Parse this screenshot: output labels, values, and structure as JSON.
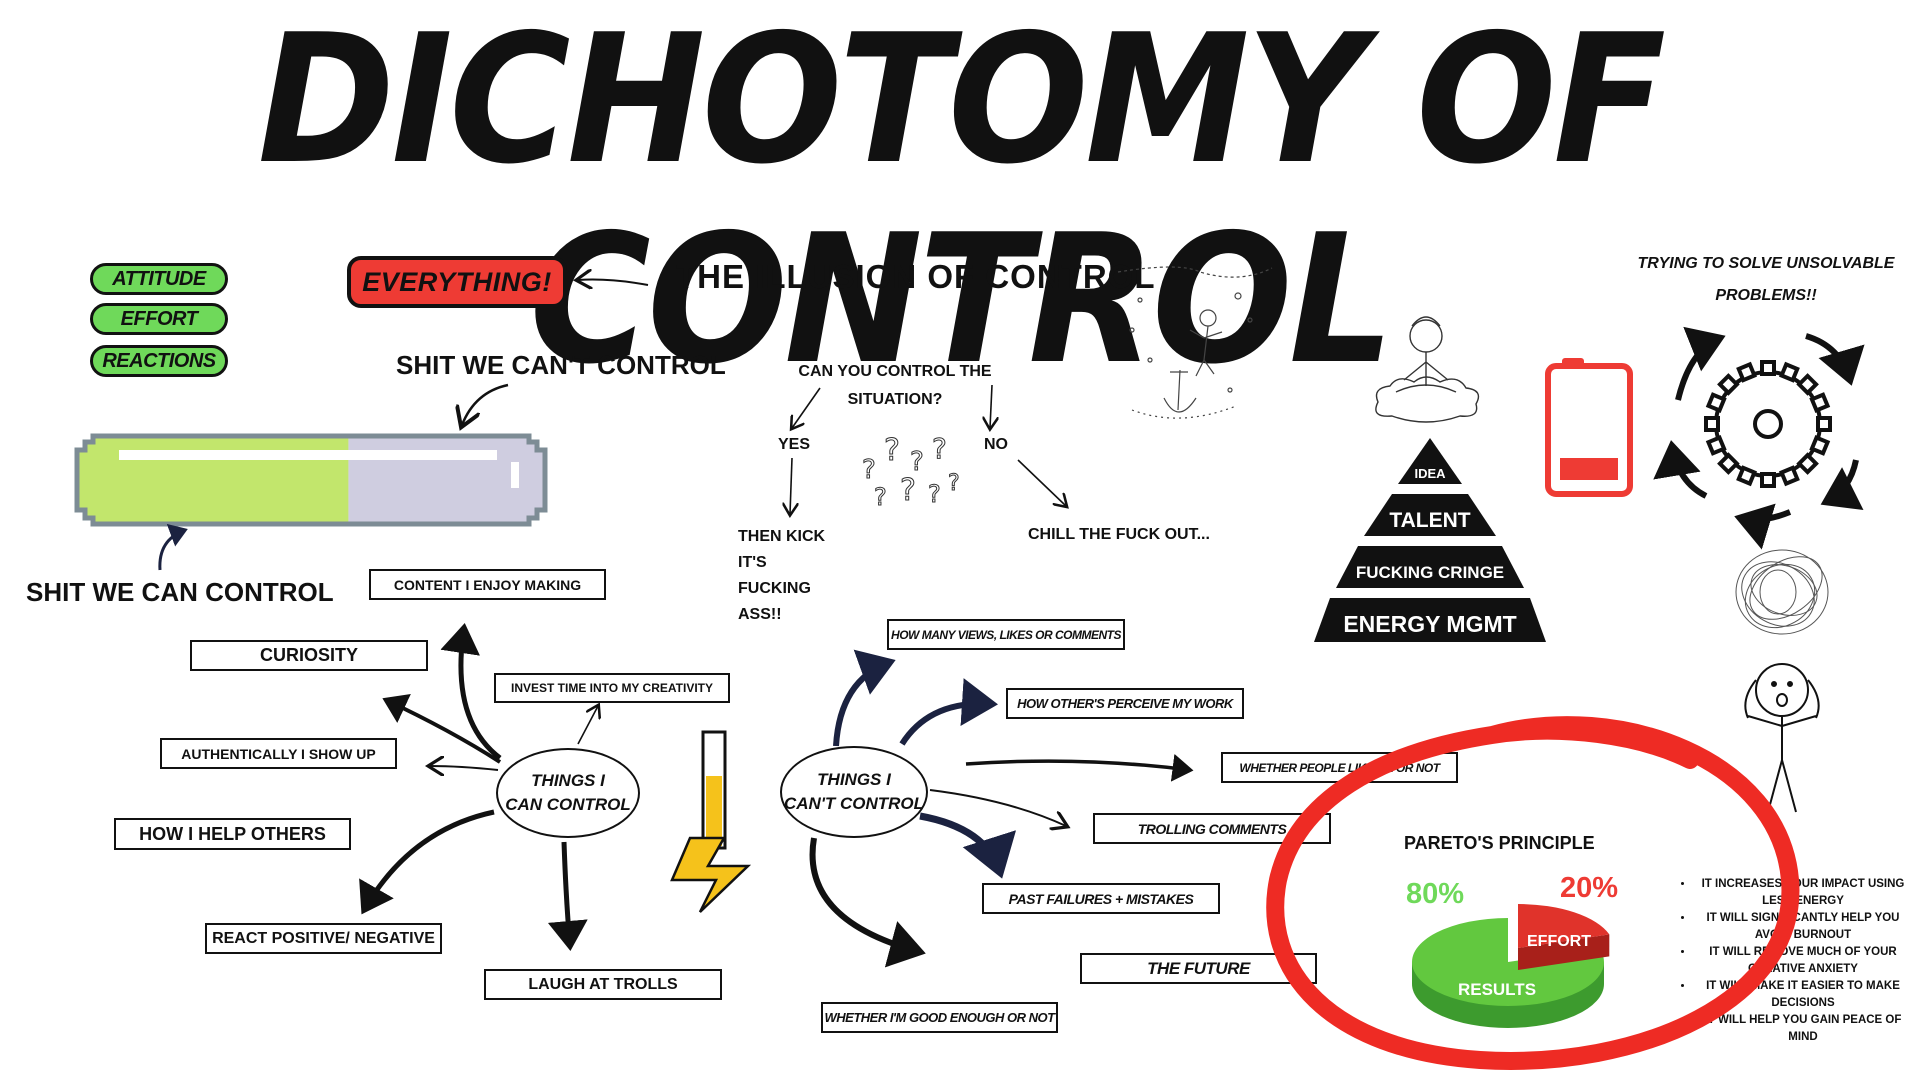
{
  "title": "DICHOTOMY OF CONTROL",
  "pills": [
    "ATTITUDE",
    "EFFORT",
    "REACTIONS"
  ],
  "everything": "EVERYTHING!",
  "illusion": "THE ILLUSION OF CONTROL",
  "cant_control_label": "SHIT WE CAN'T CONTROL",
  "can_control_label": "SHIT WE CAN CONTROL",
  "control_bar": {
    "can_fraction": 0.58,
    "fill_color": "#c2e66c",
    "rest_color": "#cfcde0"
  },
  "flow": {
    "question": [
      "CAN YOU CONTROL THE",
      "SITUATION?"
    ],
    "yes": "YES",
    "no": "NO",
    "yes_result": [
      "THEN KICK IT'S",
      "FUCKING ASS!!"
    ],
    "no_result": "CHILL THE FUCK OUT..."
  },
  "pyramid": [
    "IDEA",
    "TALENT",
    "FUCKING CRINGE",
    "ENERGY MGMT"
  ],
  "unsolvable": [
    "TRYING TO SOLVE UNSOLVABLE",
    "PROBLEMS!!"
  ],
  "can_hub": [
    "THINGS I",
    "CAN CONTROL"
  ],
  "cant_hub": [
    "THINGS I",
    "CAN'T CONTROL"
  ],
  "can_items": {
    "content": "CONTENT I ENJOY MAKING",
    "curiosity": "CURIOSITY",
    "invest": "INVEST TIME INTO MY CREATIVITY",
    "authentic": "AUTHENTICALLY I SHOW UP",
    "help": "HOW I HELP OTHERS",
    "react": "REACT POSITIVE/ NEGATIVE",
    "laugh": "LAUGH AT TROLLS"
  },
  "cant_items": {
    "views": "HOW MANY VIEWS, LIKES OR COMMENTS",
    "perceive": "HOW OTHER'S PERCEIVE MY WORK",
    "like": "WHETHER PEOPLE LIKE ME OR NOT",
    "trolling": "TROLLING COMMENTS",
    "past": "PAST FAILURES + MISTAKES",
    "future": "THE FUTURE",
    "good": "WHETHER I'M GOOD ENOUGH OR NOT"
  },
  "pareto": {
    "title": "PARETO'S PRINCIPLE",
    "results_pct": "80%",
    "effort_pct": "20%",
    "results_label": "RESULTS",
    "effort_label": "EFFORT",
    "results_share": 0.8,
    "effort_share": 0.2
  },
  "benefits": [
    "IT INCREASES YOUR IMPACT USING LESS ENERGY",
    "IT WILL SIGNIFICANTLY HELP YOU AVOID BURNOUT",
    "IT WILL REMOVE MUCH OF YOUR CREATIVE ANXIETY",
    "IT WILL MAKE IT EASIER TO MAKE DECISIONS",
    "IT WILL HELP YOU GAIN PEACE OF MIND"
  ],
  "colors": {
    "green": "#6fd95a",
    "red": "#ee3b34",
    "ink": "#111111",
    "yellow": "#f5c21b"
  }
}
